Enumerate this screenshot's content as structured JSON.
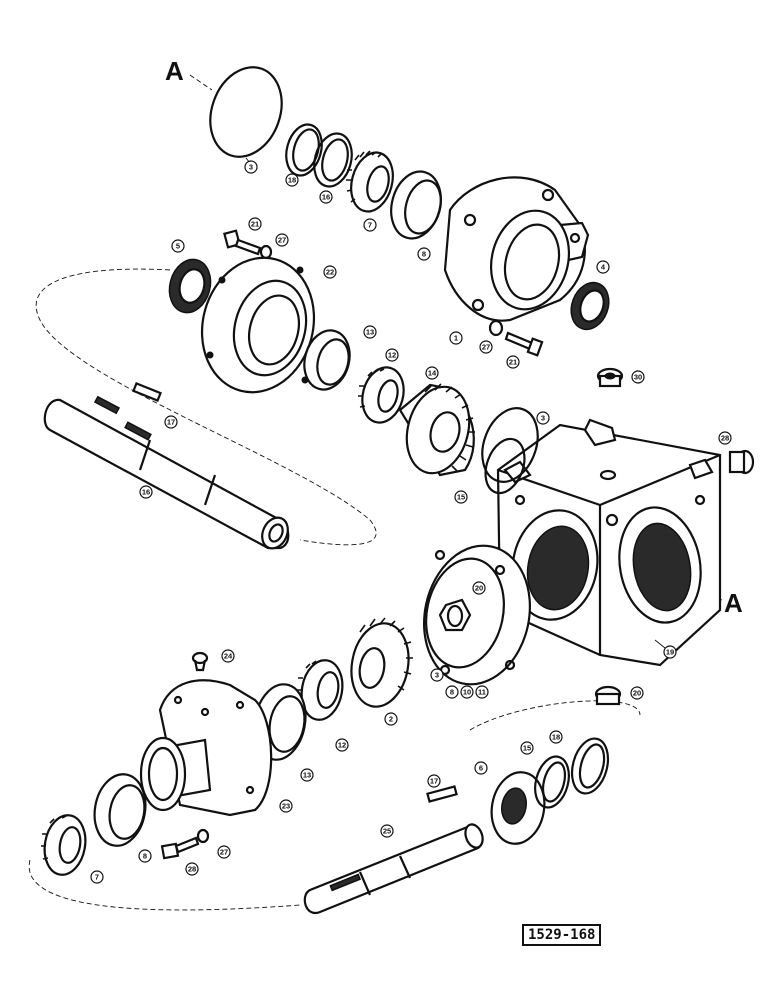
{
  "drawing_number": "1529-168",
  "section_marks": [
    "A",
    "A"
  ],
  "callouts": [
    "3",
    "18",
    "16",
    "7",
    "8",
    "4",
    "1",
    "27",
    "21",
    "27",
    "21",
    "5",
    "22",
    "13",
    "12",
    "14",
    "17",
    "16",
    "3",
    "15",
    "30",
    "28",
    "19",
    "20",
    "3",
    "8",
    "10",
    "11",
    "2",
    "24",
    "12",
    "13",
    "23",
    "8",
    "7",
    "28",
    "27",
    "17",
    "6",
    "15",
    "18",
    "25",
    "20"
  ]
}
